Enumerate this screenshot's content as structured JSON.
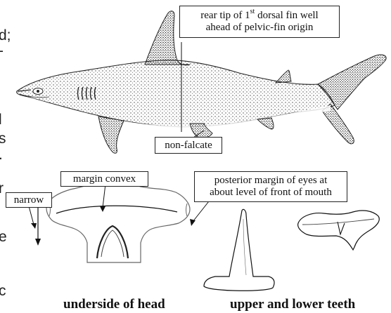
{
  "left_edge_fragments": [
    "d;",
    "-",
    "",
    "l",
    "s",
    ".",
    "r",
    "e",
    "c"
  ],
  "callouts": {
    "dorsal_fin": {
      "line1_a": "rear tip of 1",
      "line1_sup": "st",
      "line1_b": " dorsal fin well",
      "line2": "ahead of pelvic-fin origin"
    },
    "pelvic_fin": "non-falcate",
    "head_margin": "margin convex",
    "head_width": "narrow",
    "eyes": {
      "line1": "posterior margin of eyes at",
      "line2": "about level of front of mouth"
    }
  },
  "captions": {
    "head": "underside of head",
    "teeth": "upper and lower teeth"
  },
  "colors": {
    "ink": "#111111",
    "stipple": "#555555",
    "background": "#ffffff"
  }
}
